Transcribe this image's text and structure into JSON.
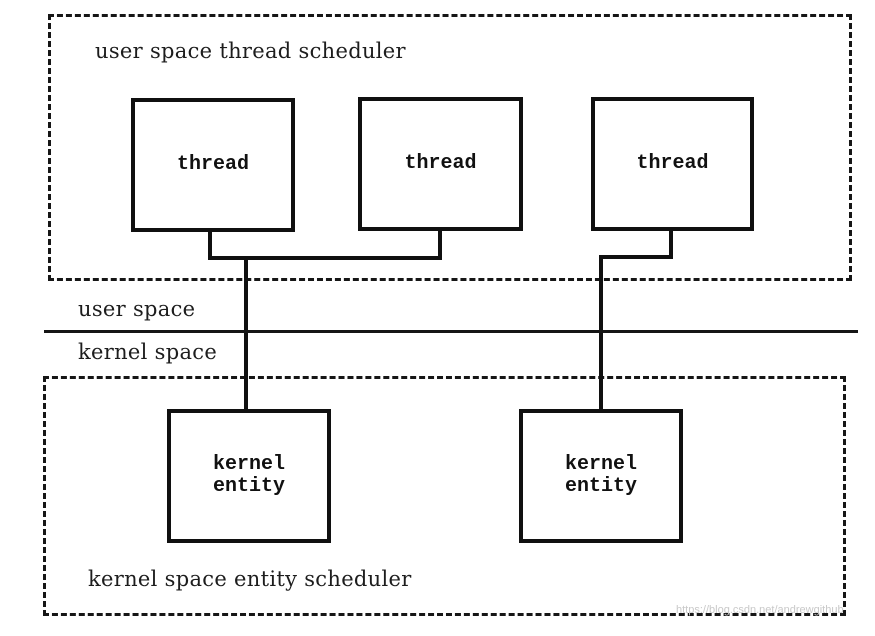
{
  "diagram": {
    "background_color": "#ffffff",
    "line_color": "#101010",
    "watermark_color": "#c9c9c9",
    "user_scheduler": {
      "label": "user space thread scheduler",
      "threads": [
        "thread",
        "thread",
        "thread"
      ]
    },
    "divider": {
      "user_label": "user space",
      "kernel_label": "kernel space"
    },
    "kernel_scheduler": {
      "label": "kernel space entity scheduler",
      "entities": [
        {
          "line1": "kernel",
          "line2": "entity"
        },
        {
          "line1": "kernel",
          "line2": "entity"
        }
      ]
    },
    "watermark": "https://blog.csdn.net/andrewgithub"
  }
}
